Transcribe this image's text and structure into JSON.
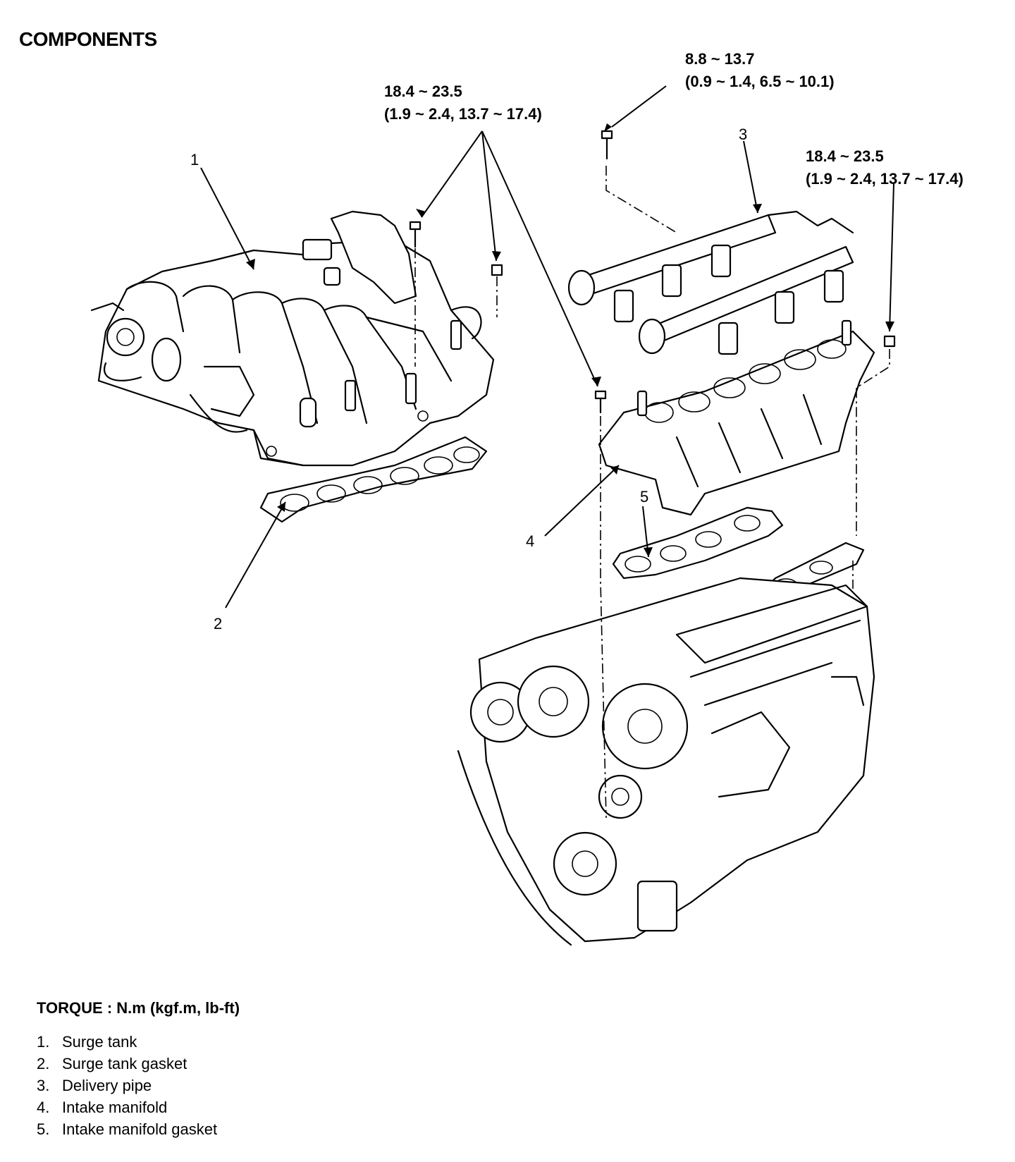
{
  "heading": "COMPONENTS",
  "torque_labels": [
    {
      "value": "18.4 ~ 23.5",
      "units": "(1.9 ~ 2.4, 13.7 ~ 17.4)"
    },
    {
      "value": "8.8 ~ 13.7",
      "units": "(0.9 ~ 1.4, 6.5 ~ 10.1)"
    },
    {
      "value": "18.4 ~ 23.5",
      "units": "(1.9 ~ 2.4, 13.7 ~ 17.4)"
    }
  ],
  "callouts": [
    "1",
    "2",
    "3",
    "4",
    "5"
  ],
  "legend": {
    "title": "TORQUE : N.m (kgf.m, lb-ft)",
    "items": [
      {
        "num": "1.",
        "label": "Surge tank"
      },
      {
        "num": "2.",
        "label": "Surge tank gasket"
      },
      {
        "num": "3.",
        "label": "Delivery pipe"
      },
      {
        "num": "4.",
        "label": "Intake manifold"
      },
      {
        "num": "5.",
        "label": "Intake manifold gasket"
      }
    ]
  }
}
